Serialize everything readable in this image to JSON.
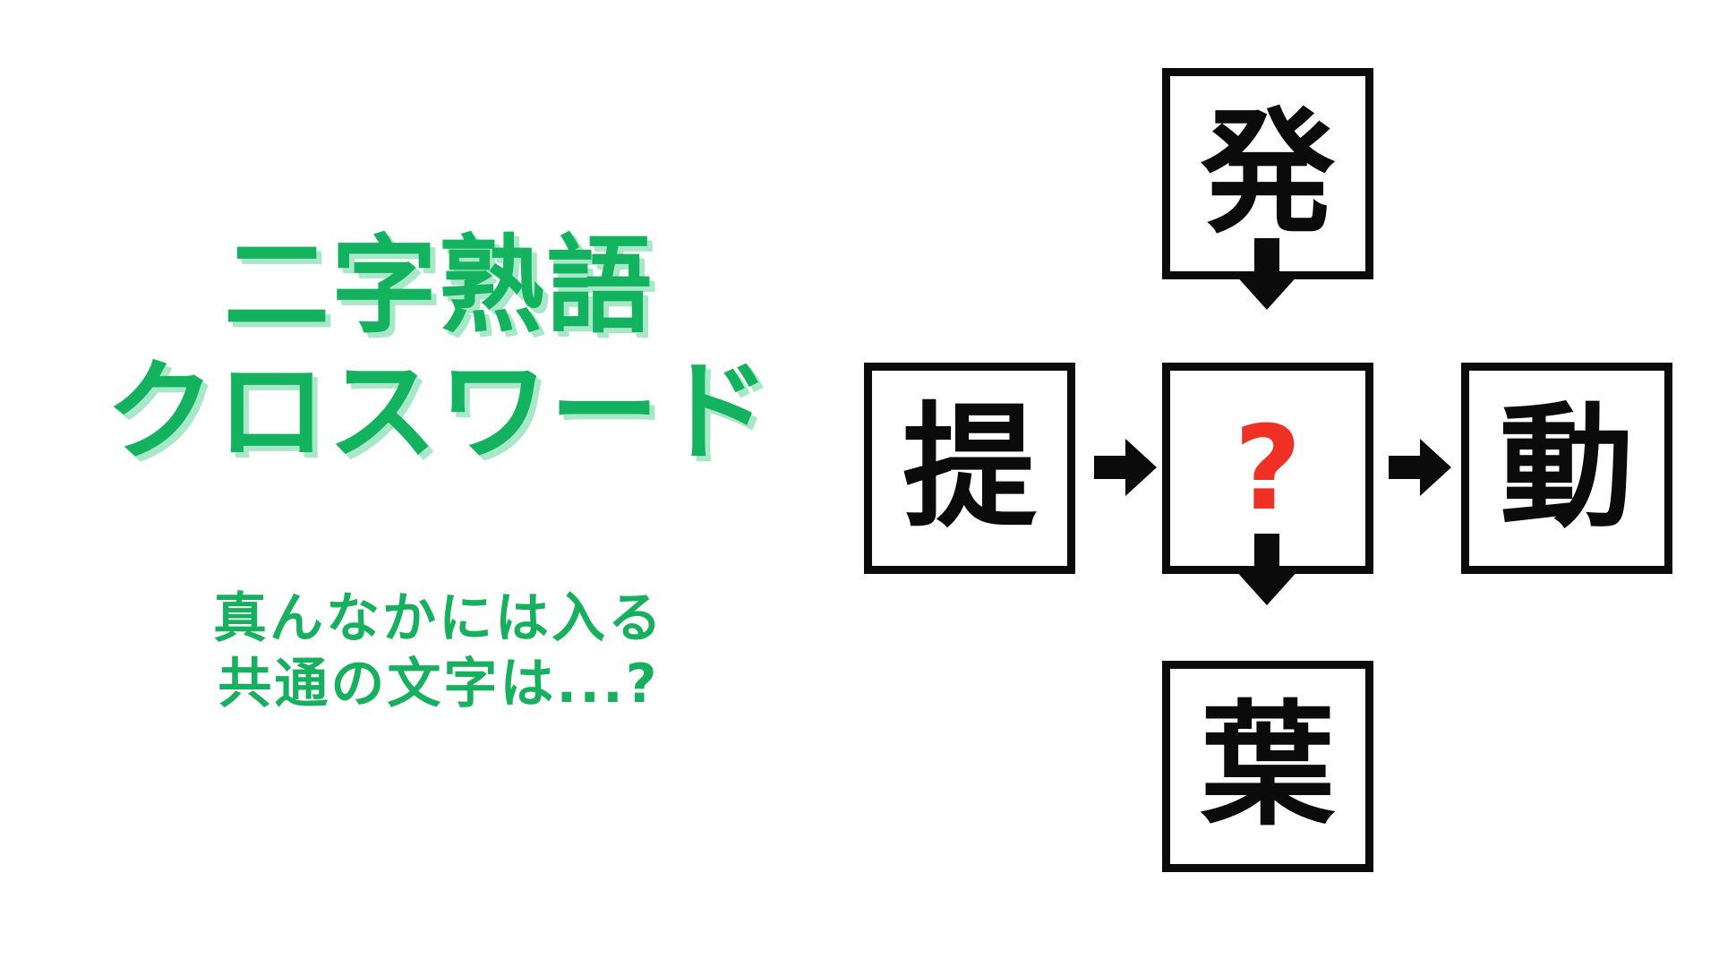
{
  "background_color": "#ffffff",
  "brand": {
    "green": "#12b25e",
    "green_shadow": "#a9e7c9",
    "red": "#ee3124",
    "black": "#0b0b0b"
  },
  "title": {
    "line1": "二字熟語",
    "line2": "クロスワード"
  },
  "subtitle": {
    "line1": "真んなかには入る",
    "line2": "共通の文字は...?"
  },
  "puzzle": {
    "type": "two-character compound crossword",
    "cells": {
      "top": {
        "label": "発",
        "position": "top",
        "state": "given"
      },
      "left": {
        "label": "提",
        "position": "left",
        "state": "given"
      },
      "center": {
        "label": "?",
        "position": "center",
        "state": "unknown"
      },
      "right": {
        "label": "動",
        "position": "right",
        "state": "given"
      },
      "bottom": {
        "label": "葉",
        "position": "bottom",
        "state": "given"
      }
    },
    "arrows": [
      {
        "name": "arrow-down-top",
        "direction": "down",
        "from": "top",
        "to": "center"
      },
      {
        "name": "arrow-right-left",
        "direction": "right",
        "from": "left",
        "to": "center"
      },
      {
        "name": "arrow-right-right",
        "direction": "right",
        "from": "center",
        "to": "right"
      },
      {
        "name": "arrow-down-bottom",
        "direction": "down",
        "from": "center",
        "to": "bottom"
      }
    ]
  }
}
